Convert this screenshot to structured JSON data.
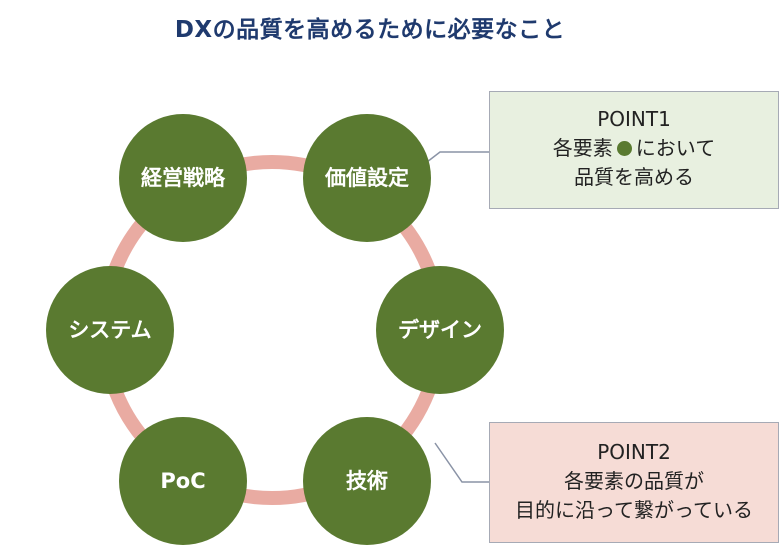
{
  "title": "DXの品質を高めるために必要なこと",
  "colors": {
    "title": "#1f3a6e",
    "node_fill": "#5a7a30",
    "ring": "#e9aba2",
    "connector": "#8a93a6",
    "point1_bg": "#e8f0e0",
    "point2_bg": "#f6dcd6",
    "box_border": "#a6aab5"
  },
  "nodes": [
    {
      "id": "strategy",
      "label": "経営戦略"
    },
    {
      "id": "value",
      "label": "価値設定"
    },
    {
      "id": "design",
      "label": "デザイン"
    },
    {
      "id": "tech",
      "label": "技術"
    },
    {
      "id": "poc",
      "label": "PoC"
    },
    {
      "id": "system",
      "label": "システム"
    }
  ],
  "point1": {
    "heading": "POINT1",
    "line2_before": "各要素",
    "line2_after": "において",
    "line3": "品質を高める"
  },
  "point2": {
    "heading": "POINT2",
    "line2": "各要素の品質が",
    "line3": "目的に沿って繋がっている"
  }
}
